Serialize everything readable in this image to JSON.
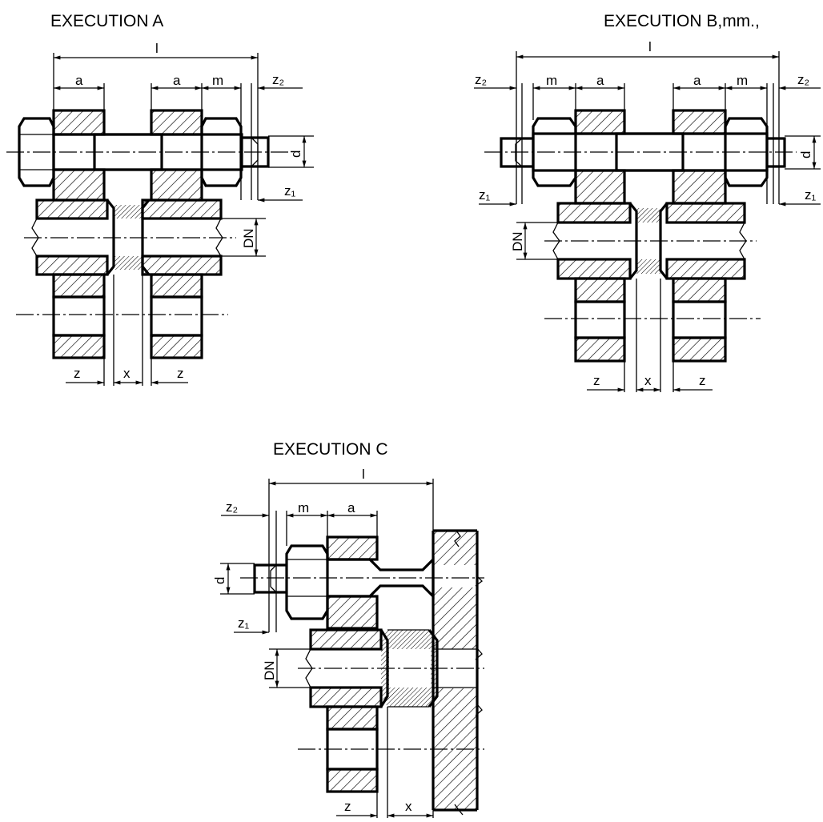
{
  "titles": {
    "a": "EXECUTION  A",
    "b": "EXECUTION B,mm.,",
    "c": "EXECUTION  C"
  },
  "labels": {
    "l": "l",
    "a": "a",
    "m": "m",
    "z2": "z₂",
    "z1": "z₁",
    "d": "d",
    "dn": "DN",
    "z": "z",
    "x": "x"
  }
}
